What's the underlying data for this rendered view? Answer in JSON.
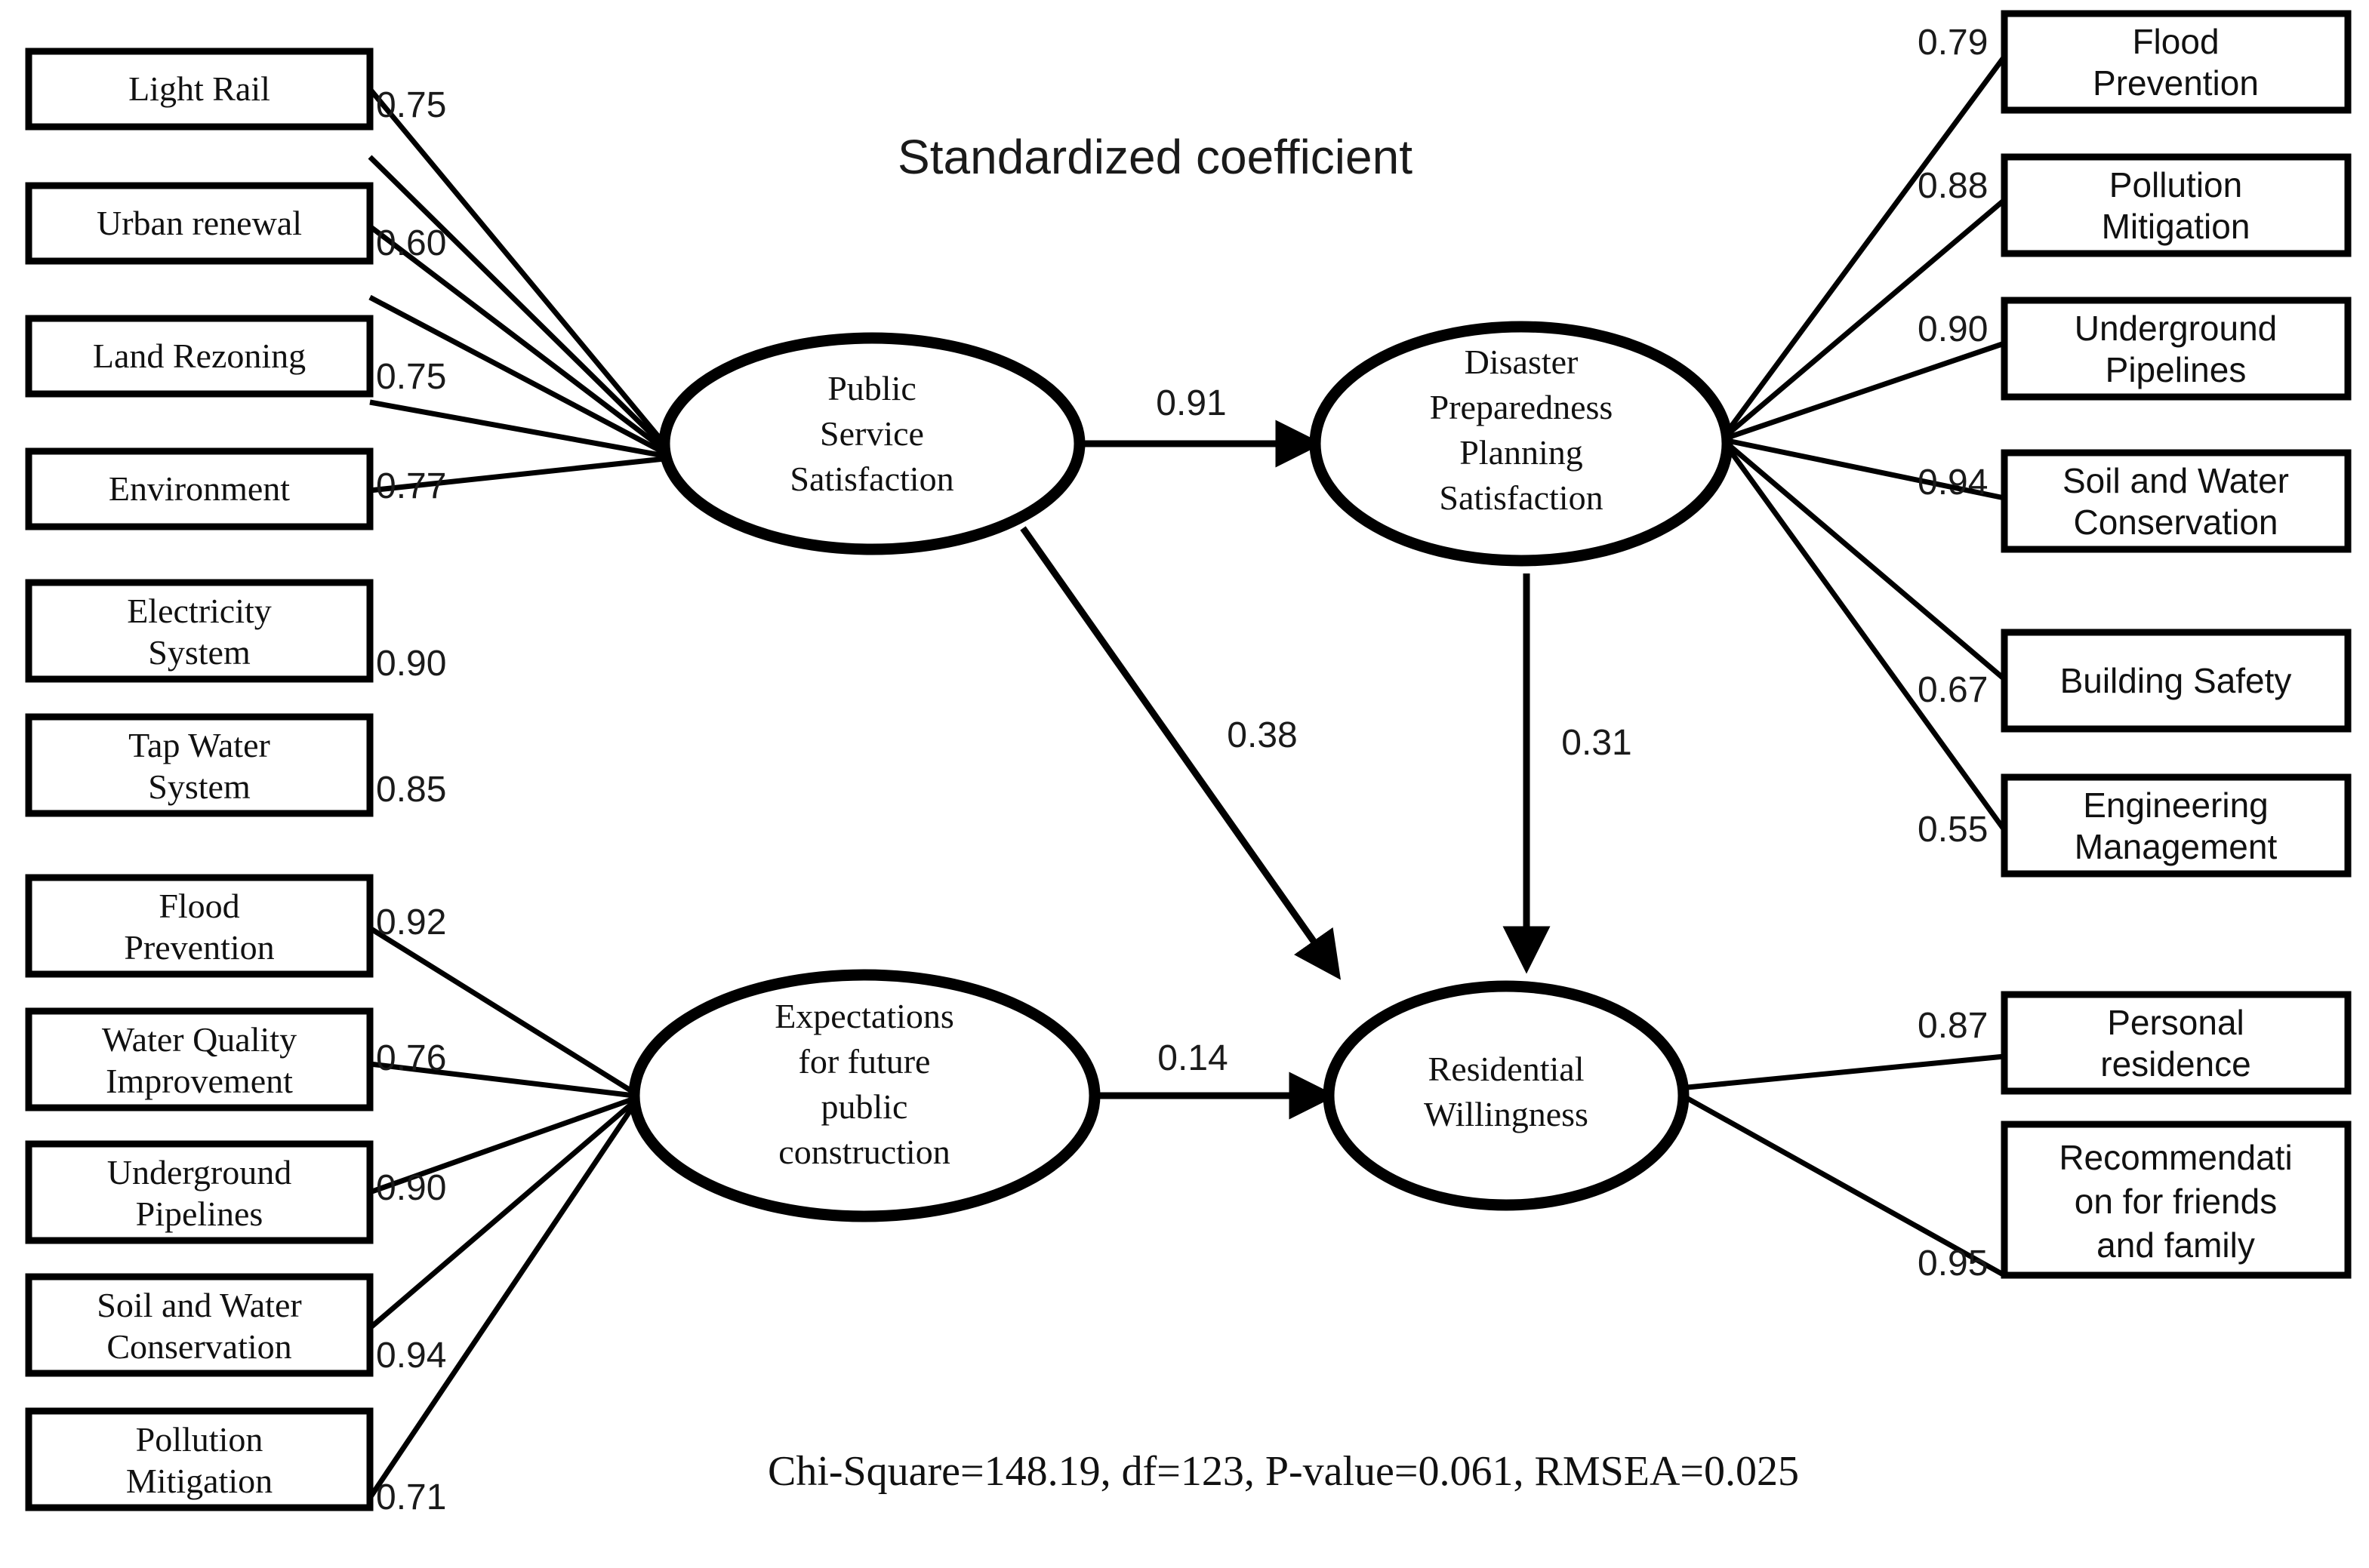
{
  "title": "Standardized coefficient",
  "fit_statistics": "Chi-Square=148.19,  df=123,  P-value=0.061,  RMSEA=0.025",
  "latents": {
    "public_service": "Public\nService\nSatisfaction",
    "public_service_lines": [
      "Public",
      "Service",
      "Satisfaction"
    ],
    "disaster_prep": "Disaster\nPreparedness\nPlanning\nSatisfaction",
    "disaster_prep_lines": [
      "Disaster",
      "Preparedness",
      "Planning",
      "Satisfaction"
    ],
    "expectations": "Expectations\nfor future\npublic\nconstruction",
    "expectations_lines": [
      "Expectations",
      "for future",
      "public",
      "construction"
    ],
    "residential": "Residential\nWillingness",
    "residential_lines": [
      "Residential",
      "Willingness"
    ]
  },
  "indicators": {
    "public_service": [
      {
        "lines": [
          "Light Rail"
        ],
        "loading": "0.75"
      },
      {
        "lines": [
          "Urban renewal"
        ],
        "loading": "0.60"
      },
      {
        "lines": [
          "Land Rezoning"
        ],
        "loading": "0.75"
      },
      {
        "lines": [
          "Environment"
        ],
        "loading": "0.77"
      },
      {
        "lines": [
          "Electricity",
          "System"
        ],
        "loading": "0.90"
      },
      {
        "lines": [
          "Tap Water",
          "System"
        ],
        "loading": "0.85"
      }
    ],
    "expectations": [
      {
        "lines": [
          "Flood",
          "Prevention"
        ],
        "loading": "0.92"
      },
      {
        "lines": [
          "Water Quality",
          "Improvement"
        ],
        "loading": "0.76"
      },
      {
        "lines": [
          "Underground",
          "Pipelines"
        ],
        "loading": "0.90"
      },
      {
        "lines": [
          "Soil and Water",
          "Conservation"
        ],
        "loading": "0.94"
      },
      {
        "lines": [
          "Pollution",
          "Mitigation"
        ],
        "loading": "0.71"
      }
    ],
    "disaster_prep": [
      {
        "lines": [
          "Flood",
          "Prevention"
        ],
        "loading": "0.79"
      },
      {
        "lines": [
          "Pollution",
          "Mitigation"
        ],
        "loading": "0.88"
      },
      {
        "lines": [
          "Underground",
          "Pipelines"
        ],
        "loading": "0.90"
      },
      {
        "lines": [
          "Soil and Water",
          "Conservation"
        ],
        "loading": "0.94"
      },
      {
        "lines": [
          "Building Safety"
        ],
        "loading": "0.67"
      },
      {
        "lines": [
          "Engineering",
          "Management"
        ],
        "loading": "0.55"
      }
    ],
    "residential": [
      {
        "lines": [
          "Personal",
          "residence"
        ],
        "loading": "0.87"
      },
      {
        "lines": [
          "Recommendati",
          "on for friends",
          "and family"
        ],
        "loading": "0.95"
      }
    ]
  },
  "structural_paths": [
    {
      "from": "Public Service Satisfaction",
      "to": "Disaster Preparedness Planning Satisfaction",
      "coefficient": "0.91"
    },
    {
      "from": "Public Service Satisfaction",
      "to": "Residential Willingness",
      "coefficient": "0.38"
    },
    {
      "from": "Disaster Preparedness Planning Satisfaction",
      "to": "Residential Willingness",
      "coefficient": "0.31"
    },
    {
      "from": "Expectations for future public construction",
      "to": "Residential Willingness",
      "coefficient": "0.14"
    }
  ],
  "chart_data": {
    "type": "diagram",
    "title": "Standardized coefficient",
    "notes": "Chi-Square=148.19,  df=123,  P-value=0.061,  RMSEA=0.025",
    "measurement_model": [
      {
        "latent": "Public Service Satisfaction",
        "indicator": "Light Rail",
        "loading": 0.75
      },
      {
        "latent": "Public Service Satisfaction",
        "indicator": "Urban renewal",
        "loading": 0.6
      },
      {
        "latent": "Public Service Satisfaction",
        "indicator": "Land Rezoning",
        "loading": 0.75
      },
      {
        "latent": "Public Service Satisfaction",
        "indicator": "Environment",
        "loading": 0.77
      },
      {
        "latent": "Public Service Satisfaction",
        "indicator": "Electricity System",
        "loading": 0.9
      },
      {
        "latent": "Public Service Satisfaction",
        "indicator": "Tap Water System",
        "loading": 0.85
      },
      {
        "latent": "Expectations for future public construction",
        "indicator": "Flood Prevention",
        "loading": 0.92
      },
      {
        "latent": "Expectations for future public construction",
        "indicator": "Water Quality Improvement",
        "loading": 0.76
      },
      {
        "latent": "Expectations for future public construction",
        "indicator": "Underground Pipelines",
        "loading": 0.9
      },
      {
        "latent": "Expectations for future public construction",
        "indicator": "Soil and Water Conservation",
        "loading": 0.94
      },
      {
        "latent": "Expectations for future public construction",
        "indicator": "Pollution Mitigation",
        "loading": 0.71
      },
      {
        "latent": "Disaster Preparedness Planning Satisfaction",
        "indicator": "Flood Prevention",
        "loading": 0.79
      },
      {
        "latent": "Disaster Preparedness Planning Satisfaction",
        "indicator": "Pollution Mitigation",
        "loading": 0.88
      },
      {
        "latent": "Disaster Preparedness Planning Satisfaction",
        "indicator": "Underground Pipelines",
        "loading": 0.9
      },
      {
        "latent": "Disaster Preparedness Planning Satisfaction",
        "indicator": "Soil and Water Conservation",
        "loading": 0.94
      },
      {
        "latent": "Disaster Preparedness Planning Satisfaction",
        "indicator": "Building Safety",
        "loading": 0.67
      },
      {
        "latent": "Disaster Preparedness Planning Satisfaction",
        "indicator": "Engineering Management",
        "loading": 0.55
      },
      {
        "latent": "Residential Willingness",
        "indicator": "Personal residence",
        "loading": 0.87
      },
      {
        "latent": "Residential Willingness",
        "indicator": "Recommendation for friends and family",
        "loading": 0.95
      }
    ],
    "structural_model": [
      {
        "from": "Public Service Satisfaction",
        "to": "Disaster Preparedness Planning Satisfaction",
        "coefficient": 0.91
      },
      {
        "from": "Public Service Satisfaction",
        "to": "Residential Willingness",
        "coefficient": 0.38
      },
      {
        "from": "Disaster Preparedness Planning Satisfaction",
        "to": "Residential Willingness",
        "coefficient": 0.31
      },
      {
        "from": "Expectations for future public construction",
        "to": "Residential Willingness",
        "coefficient": 0.14
      }
    ],
    "fit_indices": {
      "chi_square": 148.19,
      "df": 123,
      "p_value": 0.061,
      "rmsea": 0.025
    }
  }
}
